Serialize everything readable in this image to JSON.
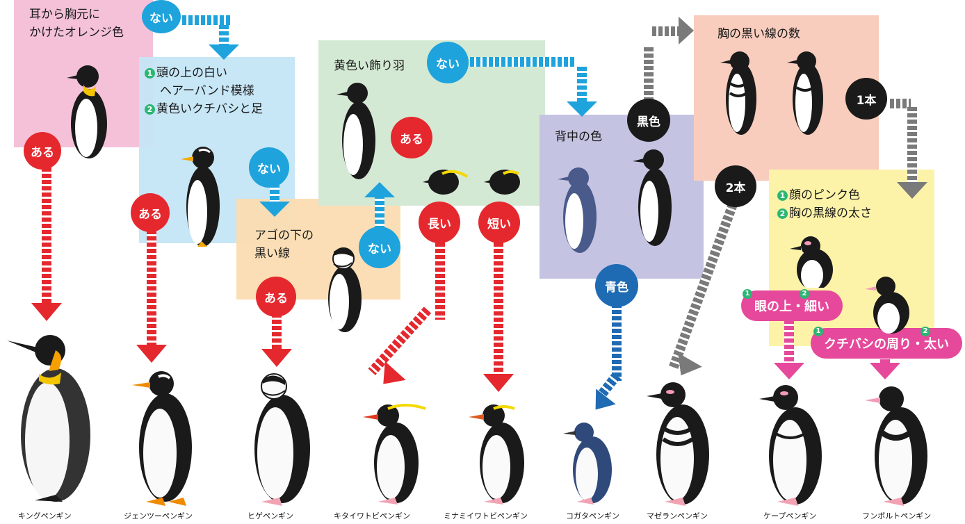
{
  "boxes": {
    "orange_ear": {
      "lines": [
        "耳から胸元に",
        "かけたオレンジ色"
      ]
    },
    "headband": {
      "items": [
        {
          "num": "1",
          "lines": [
            "頭の上の白い",
            "ヘアーバンド模様"
          ]
        },
        {
          "num": "2",
          "lines": [
            "黄色いクチバシと足"
          ]
        }
      ]
    },
    "chin_line": {
      "lines": [
        "アゴの下の",
        "黒い線"
      ]
    },
    "yellow_crest": {
      "lines": [
        "黄色い飾り羽"
      ]
    },
    "back_color": {
      "lines": [
        "背中の色"
      ]
    },
    "chest_lines": {
      "lines": [
        "胸の黒い線の数"
      ]
    },
    "pink_face": {
      "items": [
        {
          "num": "1",
          "text": "顔のピンク色"
        },
        {
          "num": "2",
          "text": "胸の黒線の太さ"
        }
      ]
    }
  },
  "decisions": {
    "ari": "ある",
    "nai": "ない",
    "nagai": "長い",
    "mijikai": "短い",
    "kuro": "黒色",
    "ao": "青色",
    "ippon": "1本",
    "nihon": "2本"
  },
  "pills": {
    "cape": {
      "n1": "1",
      "n2": "2",
      "text": "眼の上・細い"
    },
    "humboldt": {
      "n1": "1",
      "n2": "2",
      "text": "クチバシの周り・太い"
    }
  },
  "species": [
    "キングペンギン",
    "ジェンツーペンギン",
    "ヒゲペンギン",
    "キタイワトビペンギン",
    "ミナミイワトビペンギン",
    "コガタペンギン",
    "マゼランペンギン",
    "ケープペンギン",
    "フンボルトペンギン"
  ],
  "colors": {
    "yes_red": "#e5282e",
    "no_blue": "#1ea3dc",
    "black": "#1a1a1a",
    "grey_arrow": "#7a7a7a",
    "pink": "#e6489b",
    "blue_dark": "#1e6ab3",
    "box_pink": "#f4c1d9",
    "box_blue": "#c4e5f6",
    "box_orange": "#fbdcb1",
    "box_green": "#d4e9d4",
    "box_purple": "#c5c3e2",
    "box_salmon": "#f9cdbe",
    "box_yellow": "#fdf3a8",
    "num_green": "#2bb673"
  }
}
